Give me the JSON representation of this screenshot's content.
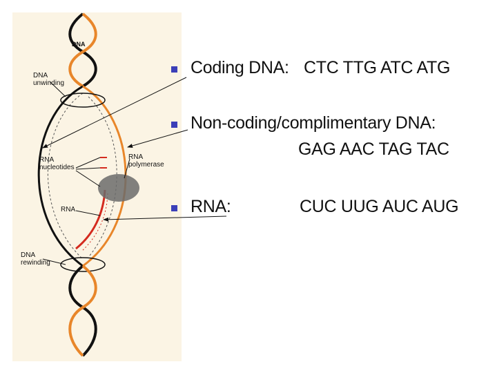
{
  "diagram": {
    "labels": {
      "dna": "DNA",
      "dna_unwinding": "DNA\nunwinding",
      "rna_nucleotides": "RNA\nnucleotides",
      "rna_polymerase": "RNA\npolymerase",
      "rna": "RNA",
      "dna_rewinding": "DNA\nrewinding"
    },
    "colors": {
      "coding_strand": "#e8862a",
      "template_strand": "#111111",
      "rna_strand": "#d42a1e",
      "polymerase": "#6b6b6b",
      "bullet": "#3b3fb8"
    }
  },
  "bullets": [
    {
      "icon": "square-bullet",
      "label": "Coding DNA:",
      "value": "CTC TTG ATC ATG"
    },
    {
      "icon": "square-bullet",
      "label": "Non-coding/complimentary DNA:",
      "value": "GAG AAC TAG TAC"
    },
    {
      "icon": "square-bullet",
      "label": "RNA:",
      "value": "CUC UUG AUC AUG"
    }
  ]
}
